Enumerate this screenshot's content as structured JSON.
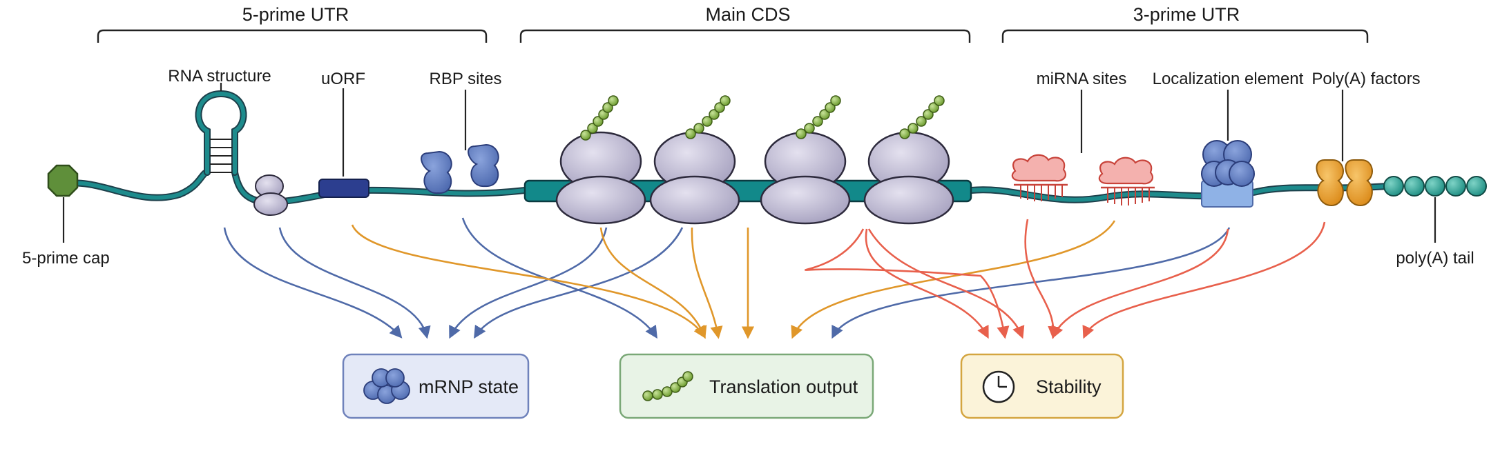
{
  "regions": {
    "five_utr": "5-prime UTR",
    "main_cds": "Main CDS",
    "three_utr": "3-prime UTR"
  },
  "features": {
    "rna_structure": "RNA structure",
    "uorf": "uORF",
    "rbp_sites": "RBP sites",
    "mirna_sites": "miRNA sites",
    "localization_element": "Localization element",
    "polya_factors": "Poly(A) factors",
    "five_cap": "5-prime cap",
    "polya_tail": "poly(A) tail"
  },
  "outputs": {
    "mrnp_state": "mRNP state",
    "translation_output": "Translation output",
    "stability": "Stability"
  },
  "colors": {
    "to_mrnp": "#4f6aa8",
    "to_translation": "#e0972a",
    "to_stability": "#e8604c",
    "mrnp_fill": "#e4e9f7",
    "mrnp_stroke": "#6f82bb",
    "translation_fill": "#e8f3e6",
    "translation_stroke": "#7aa877",
    "stability_fill": "#fbf3d9",
    "stability_stroke": "#d4a540"
  }
}
